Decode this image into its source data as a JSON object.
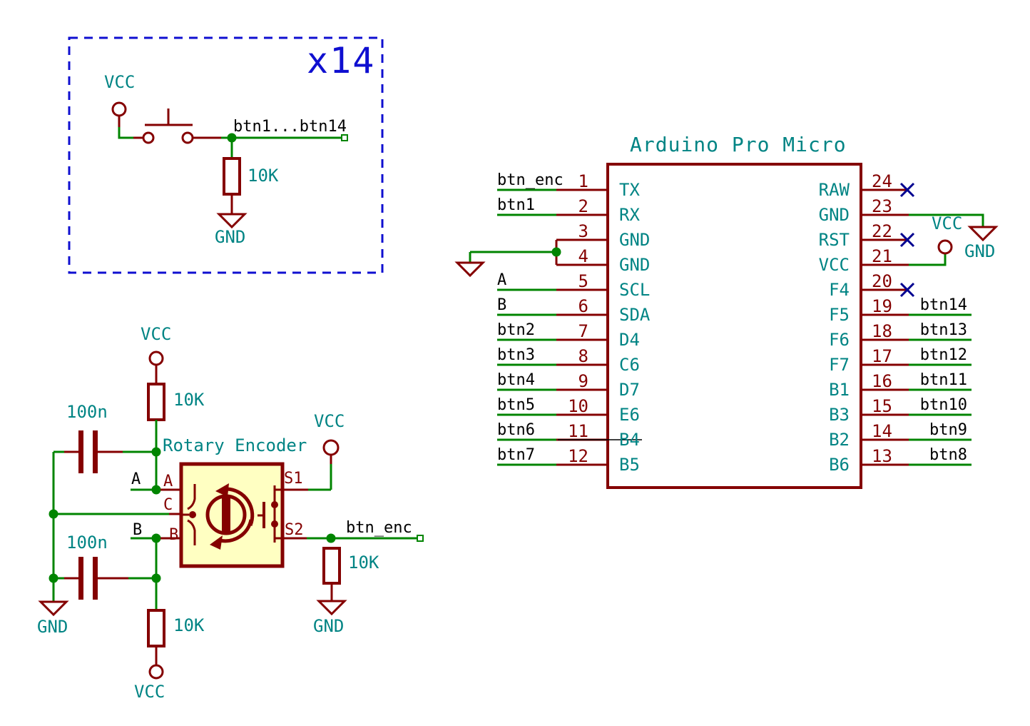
{
  "colors": {
    "background": "#ffffff",
    "wire": "#008400",
    "component": "#840000",
    "value_text": "#008484",
    "pin_number": "#840000",
    "net_text": "#000000",
    "note": "#0f0fd0",
    "no_connect": "#000090",
    "body_fill": "#ffffc2"
  },
  "button_block": {
    "multiplier": "x14",
    "vcc": "VCC",
    "gnd": "GND",
    "resistor_value": "10K",
    "net_label": "btn1...btn14"
  },
  "encoder_block": {
    "title": "Rotary Encoder",
    "cap_top": "100n",
    "cap_bottom": "100n",
    "pullup_a": "10K",
    "pullup_b": "10K",
    "pulldown_s2": "10K",
    "vcc_a": "VCC",
    "vcc_s1": "VCC",
    "vcc_b": "VCC",
    "gnd_left": "GND",
    "gnd_s2": "GND",
    "net_a": "A",
    "net_b": "B",
    "net_btn_enc": "btn_enc",
    "pin_a": "A",
    "pin_c": "C",
    "pin_b": "B",
    "pin_s1": "S1",
    "pin_s2": "S2"
  },
  "mcu": {
    "title": "Arduino Pro Micro",
    "vcc_label": "VCC",
    "gnd_label": "GND",
    "left_pins": [
      {
        "num": "1",
        "name": "TX",
        "label": "btn_enc"
      },
      {
        "num": "2",
        "name": "RX",
        "label": "btn1"
      },
      {
        "num": "3",
        "name": "GND",
        "label": ""
      },
      {
        "num": "4",
        "name": "GND",
        "label": ""
      },
      {
        "num": "5",
        "name": "SCL",
        "label": "A"
      },
      {
        "num": "6",
        "name": "SDA",
        "label": "B"
      },
      {
        "num": "7",
        "name": "D4",
        "label": "btn2"
      },
      {
        "num": "8",
        "name": "C6",
        "label": "btn3"
      },
      {
        "num": "9",
        "name": "D7",
        "label": "btn4"
      },
      {
        "num": "10",
        "name": "E6",
        "label": "btn5"
      },
      {
        "num": "11",
        "name": "B4",
        "label": "btn6"
      },
      {
        "num": "12",
        "name": "B5",
        "label": "btn7"
      }
    ],
    "right_pins": [
      {
        "num": "24",
        "name": "RAW",
        "label": ""
      },
      {
        "num": "23",
        "name": "GND",
        "label": ""
      },
      {
        "num": "22",
        "name": "RST",
        "label": ""
      },
      {
        "num": "21",
        "name": "VCC",
        "label": ""
      },
      {
        "num": "20",
        "name": "F4",
        "label": ""
      },
      {
        "num": "19",
        "name": "F5",
        "label": "btn14"
      },
      {
        "num": "18",
        "name": "F6",
        "label": "btn13"
      },
      {
        "num": "17",
        "name": "F7",
        "label": "btn12"
      },
      {
        "num": "16",
        "name": "B1",
        "label": "btn11"
      },
      {
        "num": "15",
        "name": "B3",
        "label": "btn10"
      },
      {
        "num": "14",
        "name": "B2",
        "label": "btn9"
      },
      {
        "num": "13",
        "name": "B6",
        "label": "btn8"
      }
    ]
  }
}
